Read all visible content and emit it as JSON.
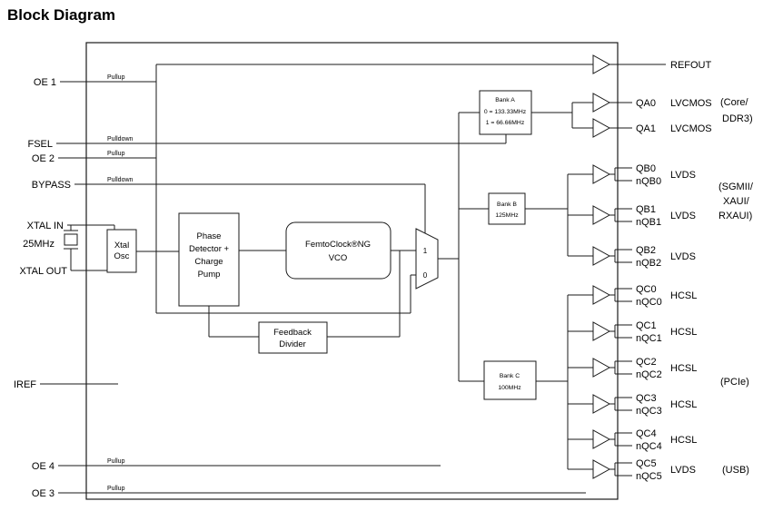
{
  "title": "Block Diagram",
  "pins": {
    "oe1": {
      "label": "OE 1",
      "pull": "Pullup"
    },
    "fsel": {
      "label": "FSEL",
      "pull": "Pulldown"
    },
    "oe2": {
      "label": "OE 2",
      "pull": "Pullup"
    },
    "bypass": {
      "label": "BYPASS",
      "pull": "Pulldown"
    },
    "xtal_in": "XTAL IN",
    "xtal_freq": "25MHz",
    "xtal_out": "XTAL OUT",
    "iref": "IREF",
    "oe4": {
      "label": "OE 4",
      "pull": "Pullup"
    },
    "oe3": {
      "label": "OE 3",
      "pull": "Pullup"
    }
  },
  "blocks": {
    "xtal_osc": {
      "lines": [
        "Xtal",
        "Osc"
      ]
    },
    "phase_detector": {
      "lines": [
        "Phase",
        "Detector +",
        "Charge",
        "Pump"
      ]
    },
    "vco": {
      "lines": [
        "FemtoClock®NG",
        "VCO"
      ]
    },
    "feedback_divider": {
      "lines": [
        "Feedback",
        "Divider"
      ]
    },
    "mux": {
      "input1_label": "1",
      "input0_label": "0"
    },
    "bank_a": {
      "lines": [
        "Bank A",
        "0 = 133.33MHz",
        "1 = 66.66MHz"
      ]
    },
    "bank_b": {
      "lines": [
        "Bank B",
        "125MHz"
      ]
    },
    "bank_c": {
      "lines": [
        "Bank C",
        "100MHz"
      ]
    }
  },
  "outputs": {
    "refout": {
      "label": "REFOUT"
    },
    "qa": [
      {
        "label": "QA0",
        "type": "LVCMOS"
      },
      {
        "label": "QA1",
        "type": "LVCMOS"
      }
    ],
    "qa_note": [
      "(Core/",
      "DDR3)"
    ],
    "qb": [
      {
        "p": "QB0",
        "n": "nQB0",
        "type": "LVDS"
      },
      {
        "p": "QB1",
        "n": "nQB1",
        "type": "LVDS"
      },
      {
        "p": "QB2",
        "n": "nQB2",
        "type": "LVDS"
      }
    ],
    "qb_note": [
      "(SGMII/",
      "XAUI/",
      "RXAUI)"
    ],
    "qc": [
      {
        "p": "QC0",
        "n": "nQC0",
        "type": "HCSL"
      },
      {
        "p": "QC1",
        "n": "nQC1",
        "type": "HCSL"
      },
      {
        "p": "QC2",
        "n": "nQC2",
        "type": "HCSL"
      },
      {
        "p": "QC3",
        "n": "nQC3",
        "type": "HCSL"
      },
      {
        "p": "QC4",
        "n": "nQC4",
        "type": "HCSL"
      },
      {
        "p": "QC5",
        "n": "nQC5",
        "type": "LVDS"
      }
    ],
    "qc_note_pcie": "(PCIe)",
    "qc_note_usb": "(USB)"
  }
}
